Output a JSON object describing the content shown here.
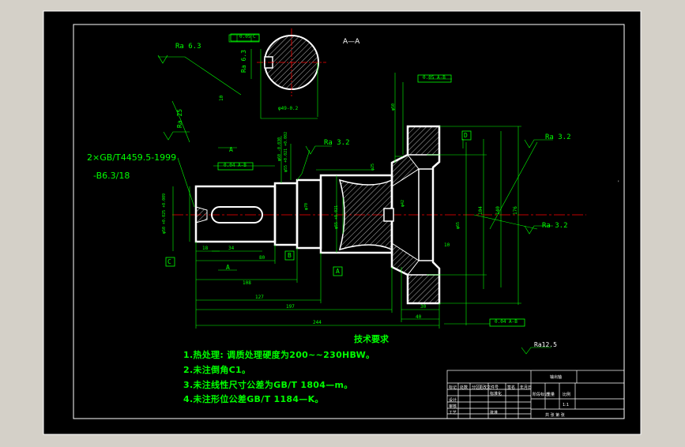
{
  "section": {
    "title": "A—A",
    "roughness": "Ra 6.3",
    "roughness_vertical": "Ra 6.3",
    "symmetry_tol": "0.05",
    "symmetry_datum": "C",
    "dim_keyway": "10",
    "dim_diameter": "φ49-0.2"
  },
  "thread_note": {
    "line1": "2×GB/T4459.5-1999",
    "line2": "-B6.3/18"
  },
  "roughness_marks": {
    "left": "Ra 25",
    "top_center": "Ra 3.2",
    "right_top": "Ra 3.2",
    "right_mid": "Ra 3.2",
    "general": "Ra12.5"
  },
  "datums": {
    "a_top": "A",
    "a_left": "A",
    "a_bottom": "A",
    "b": "B",
    "c": "C",
    "d": "D"
  },
  "gdt": {
    "left_runout": "0.04 A-B",
    "top_right": "0.05 A-B",
    "bottom_right": "0.04 A-B"
  },
  "dimensions": {
    "d18": "18",
    "d34": "34",
    "d80": "80",
    "d108": "108",
    "d127": "127",
    "d197": "197",
    "d244": "244",
    "d30": "30",
    "d40": "40",
    "d10": "10",
    "d104": "104",
    "d140": "140",
    "d176": "176",
    "vertical_dims": [
      "φ50 +0.025 +0.009",
      "φ60 -0.030",
      "φ55 +0.021 +0.002",
      "φ70",
      "φ55 +0.021",
      "φ25",
      "φ42",
      "φ65",
      "φ50"
    ]
  },
  "requirements": {
    "heading": "技术要求",
    "items": [
      "1.热处理: 调质处理硬度为200~~230HBW。",
      "2.未注倒角C1。",
      "3.未注线性尺寸公差为GB/T 1804—m。",
      "4.未注形位公差GB/T 1184—K。"
    ]
  },
  "title_block": {
    "part_name": "输出轴",
    "scale": "1:1",
    "row_labels": [
      "标记",
      "处数",
      "分区",
      "更改文件号",
      "签名",
      "年月日"
    ],
    "designer": "设计",
    "checker": "审核",
    "craft": "工艺",
    "approve": "批准",
    "standard": "标准化",
    "stage": "阶段标记",
    "weight": "重量",
    "ratio": "比例",
    "sheets": "共 张 第 张"
  },
  "colors": {
    "sheet": "#000000",
    "frame": "#ffffff",
    "dimension": "#00ff00",
    "centerline": "#ff0000",
    "outline": "#ffffff",
    "hatch": "#ffffff",
    "background": "#d4d0c8"
  }
}
